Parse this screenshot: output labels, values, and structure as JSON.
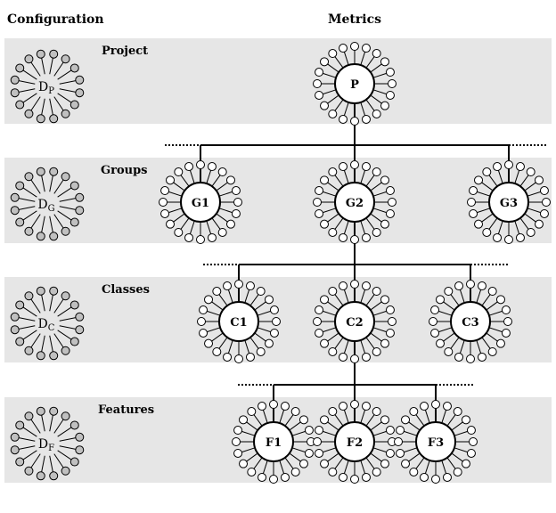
{
  "headers": {
    "configuration": "Configuration",
    "metrics": "Metrics"
  },
  "levels": [
    {
      "id": "project",
      "label": "Project",
      "config": {
        "letter": "D",
        "sub": "P"
      }
    },
    {
      "id": "groups",
      "label": "Groups",
      "config": {
        "letter": "D",
        "sub": "G"
      }
    },
    {
      "id": "classes",
      "label": "Classes",
      "config": {
        "letter": "D",
        "sub": "C"
      }
    },
    {
      "id": "features",
      "label": "Features",
      "config": {
        "letter": "D",
        "sub": "F"
      }
    }
  ],
  "nodes": {
    "project": [
      "P"
    ],
    "groups": [
      "G1",
      "G2",
      "G3"
    ],
    "classes": [
      "C1",
      "C2",
      "C3"
    ],
    "features": [
      "F1",
      "F2",
      "F3"
    ]
  },
  "colors": {
    "band": "#e6e6e6",
    "config_dot": "#c0c0c0",
    "metric_dot": "#ffffff",
    "line": "#000000"
  }
}
